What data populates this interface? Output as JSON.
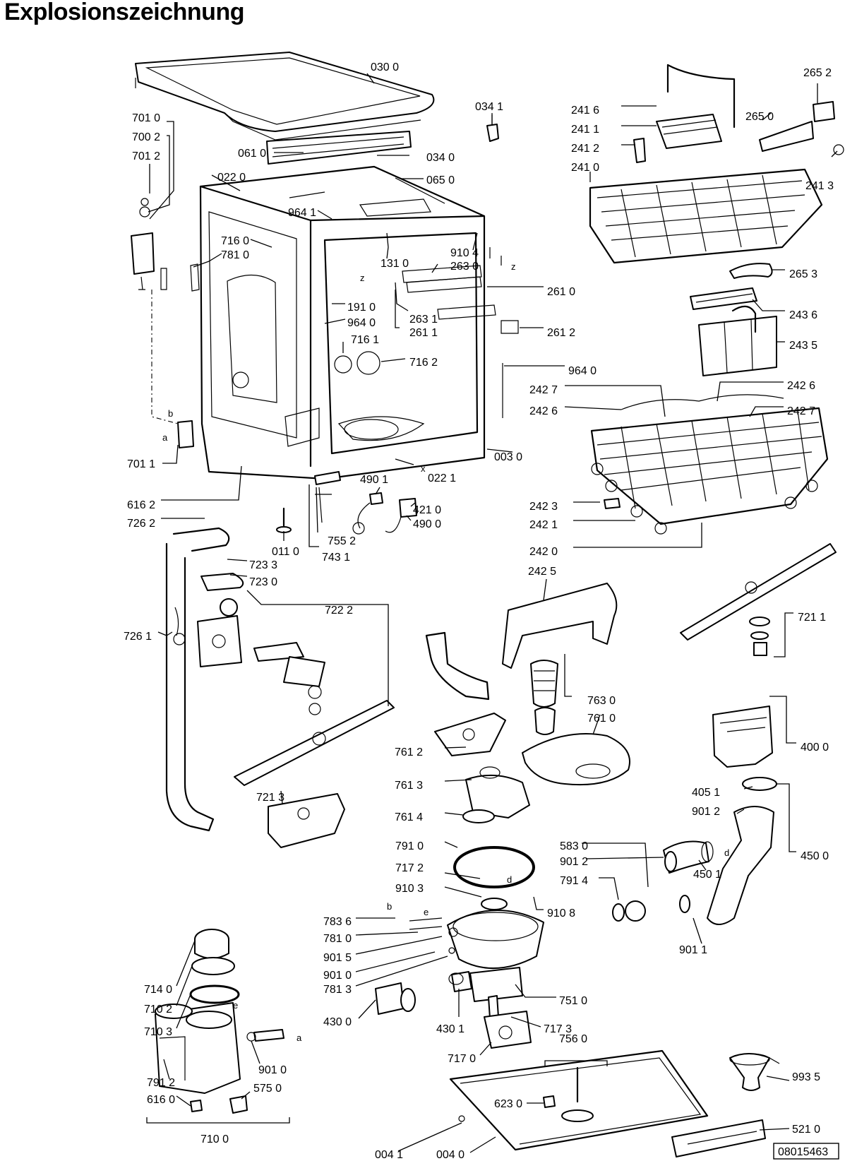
{
  "title": "Explosionszeichnung",
  "document_number": "08015463",
  "labels": [
    {
      "id": "l0300",
      "text": "030 0"
    },
    {
      "id": "l0341",
      "text": "034 1"
    },
    {
      "id": "l0610",
      "text": "061 0"
    },
    {
      "id": "l0340",
      "text": "034 0"
    },
    {
      "id": "l0220",
      "text": "022 0"
    },
    {
      "id": "l0650",
      "text": "065 0"
    },
    {
      "id": "l7010",
      "text": "701 0"
    },
    {
      "id": "l7002",
      "text": "700 2"
    },
    {
      "id": "l7012",
      "text": "701 2"
    },
    {
      "id": "l9641",
      "text": "964 1"
    },
    {
      "id": "l7160",
      "text": "716 0"
    },
    {
      "id": "l7810",
      "text": "781 0"
    },
    {
      "id": "l1310",
      "text": "131 0"
    },
    {
      "id": "l9104",
      "text": "910 4"
    },
    {
      "id": "l2630",
      "text": "263 0"
    },
    {
      "id": "l1910",
      "text": "191 0"
    },
    {
      "id": "l9640a",
      "text": "964 0"
    },
    {
      "id": "l7161",
      "text": "716 1"
    },
    {
      "id": "l2631",
      "text": "263 1"
    },
    {
      "id": "l2611",
      "text": "261 1"
    },
    {
      "id": "l2610",
      "text": "261 0"
    },
    {
      "id": "l2612",
      "text": "261 2"
    },
    {
      "id": "l7162",
      "text": "716 2"
    },
    {
      "id": "l9640b",
      "text": "964 0"
    },
    {
      "id": "l0030",
      "text": "003 0"
    },
    {
      "id": "l7011",
      "text": "701 1"
    },
    {
      "id": "l0221",
      "text": "022 1"
    },
    {
      "id": "l4901",
      "text": "490 1"
    },
    {
      "id": "l4210",
      "text": "421 0"
    },
    {
      "id": "l4900",
      "text": "490 0"
    },
    {
      "id": "l6162",
      "text": "616 2"
    },
    {
      "id": "l7262",
      "text": "726 2"
    },
    {
      "id": "l7552",
      "text": "755 2"
    },
    {
      "id": "l0110",
      "text": "011 0"
    },
    {
      "id": "l7431",
      "text": "743 1"
    },
    {
      "id": "l7233",
      "text": "723 3"
    },
    {
      "id": "l7230",
      "text": "723 0"
    },
    {
      "id": "l7222",
      "text": "722 2"
    },
    {
      "id": "l7261",
      "text": "726 1"
    },
    {
      "id": "l7213",
      "text": "721 3"
    },
    {
      "id": "l2652",
      "text": "265 2"
    },
    {
      "id": "l2416",
      "text": "241 6"
    },
    {
      "id": "l2650",
      "text": "265 0"
    },
    {
      "id": "l2411",
      "text": "241 1"
    },
    {
      "id": "l2412",
      "text": "241 2"
    },
    {
      "id": "l2410",
      "text": "241 0"
    },
    {
      "id": "l2413",
      "text": "241 3"
    },
    {
      "id": "l2653",
      "text": "265 3"
    },
    {
      "id": "l2436",
      "text": "243 6"
    },
    {
      "id": "l2435",
      "text": "243 5"
    },
    {
      "id": "l2427a",
      "text": "242 7"
    },
    {
      "id": "l2426a",
      "text": "242 6"
    },
    {
      "id": "l2426b",
      "text": "242 6"
    },
    {
      "id": "l2427b",
      "text": "242 7"
    },
    {
      "id": "l2423",
      "text": "242 3"
    },
    {
      "id": "l2421",
      "text": "242 1"
    },
    {
      "id": "l2420",
      "text": "242 0"
    },
    {
      "id": "l2425",
      "text": "242 5"
    },
    {
      "id": "l7211",
      "text": "721 1"
    },
    {
      "id": "l7630",
      "text": "763 0"
    },
    {
      "id": "l7610",
      "text": "761 0"
    },
    {
      "id": "l7612",
      "text": "761 2"
    },
    {
      "id": "l7613",
      "text": "761 3"
    },
    {
      "id": "l7614",
      "text": "761 4"
    },
    {
      "id": "l4000",
      "text": "400 0"
    },
    {
      "id": "l4051",
      "text": "405 1"
    },
    {
      "id": "l9012a",
      "text": "901 2"
    },
    {
      "id": "l4500",
      "text": "450 0"
    },
    {
      "id": "l7910",
      "text": "791 0"
    },
    {
      "id": "l5830",
      "text": "583 0"
    },
    {
      "id": "l9012b",
      "text": "901 2"
    },
    {
      "id": "l4501",
      "text": "450 1"
    },
    {
      "id": "l7172",
      "text": "717 2"
    },
    {
      "id": "l7914",
      "text": "791 4"
    },
    {
      "id": "l9103",
      "text": "910 3"
    },
    {
      "id": "l9108",
      "text": "910 8"
    },
    {
      "id": "l7836",
      "text": "783 6"
    },
    {
      "id": "l7810b",
      "text": "781 0"
    },
    {
      "id": "l9015",
      "text": "901 5"
    },
    {
      "id": "l9010a",
      "text": "901 0"
    },
    {
      "id": "l7813",
      "text": "781 3"
    },
    {
      "id": "l9011",
      "text": "901 1"
    },
    {
      "id": "l7510",
      "text": "751 0"
    },
    {
      "id": "l4300",
      "text": "430 0"
    },
    {
      "id": "l4301",
      "text": "430 1"
    },
    {
      "id": "l7173",
      "text": "717 3"
    },
    {
      "id": "l7170",
      "text": "717 0"
    },
    {
      "id": "l7140",
      "text": "714 0"
    },
    {
      "id": "l7102",
      "text": "710 2"
    },
    {
      "id": "l7103",
      "text": "710 3"
    },
    {
      "id": "l9010b",
      "text": "901 0"
    },
    {
      "id": "l7912",
      "text": "791 2"
    },
    {
      "id": "l6160",
      "text": "616 0"
    },
    {
      "id": "l5750",
      "text": "575 0"
    },
    {
      "id": "l7100",
      "text": "710 0"
    },
    {
      "id": "l7560",
      "text": "756 0"
    },
    {
      "id": "l6230",
      "text": "623 0"
    },
    {
      "id": "l9935",
      "text": "993 5"
    },
    {
      "id": "l5210",
      "text": "521 0"
    },
    {
      "id": "l0041",
      "text": "004 1"
    },
    {
      "id": "l0040",
      "text": "004 0"
    }
  ],
  "marker_letters": [
    {
      "id": "mz1",
      "text": "z"
    },
    {
      "id": "mz2",
      "text": "z"
    },
    {
      "id": "mx1",
      "text": "x"
    },
    {
      "id": "ma1",
      "text": "a"
    },
    {
      "id": "mb1",
      "text": "b"
    },
    {
      "id": "mb2",
      "text": "b"
    },
    {
      "id": "me1",
      "text": "e"
    },
    {
      "id": "me2",
      "text": "e"
    },
    {
      "id": "md1",
      "text": "d"
    },
    {
      "id": "md2",
      "text": "d"
    },
    {
      "id": "ma2",
      "text": "a"
    }
  ]
}
